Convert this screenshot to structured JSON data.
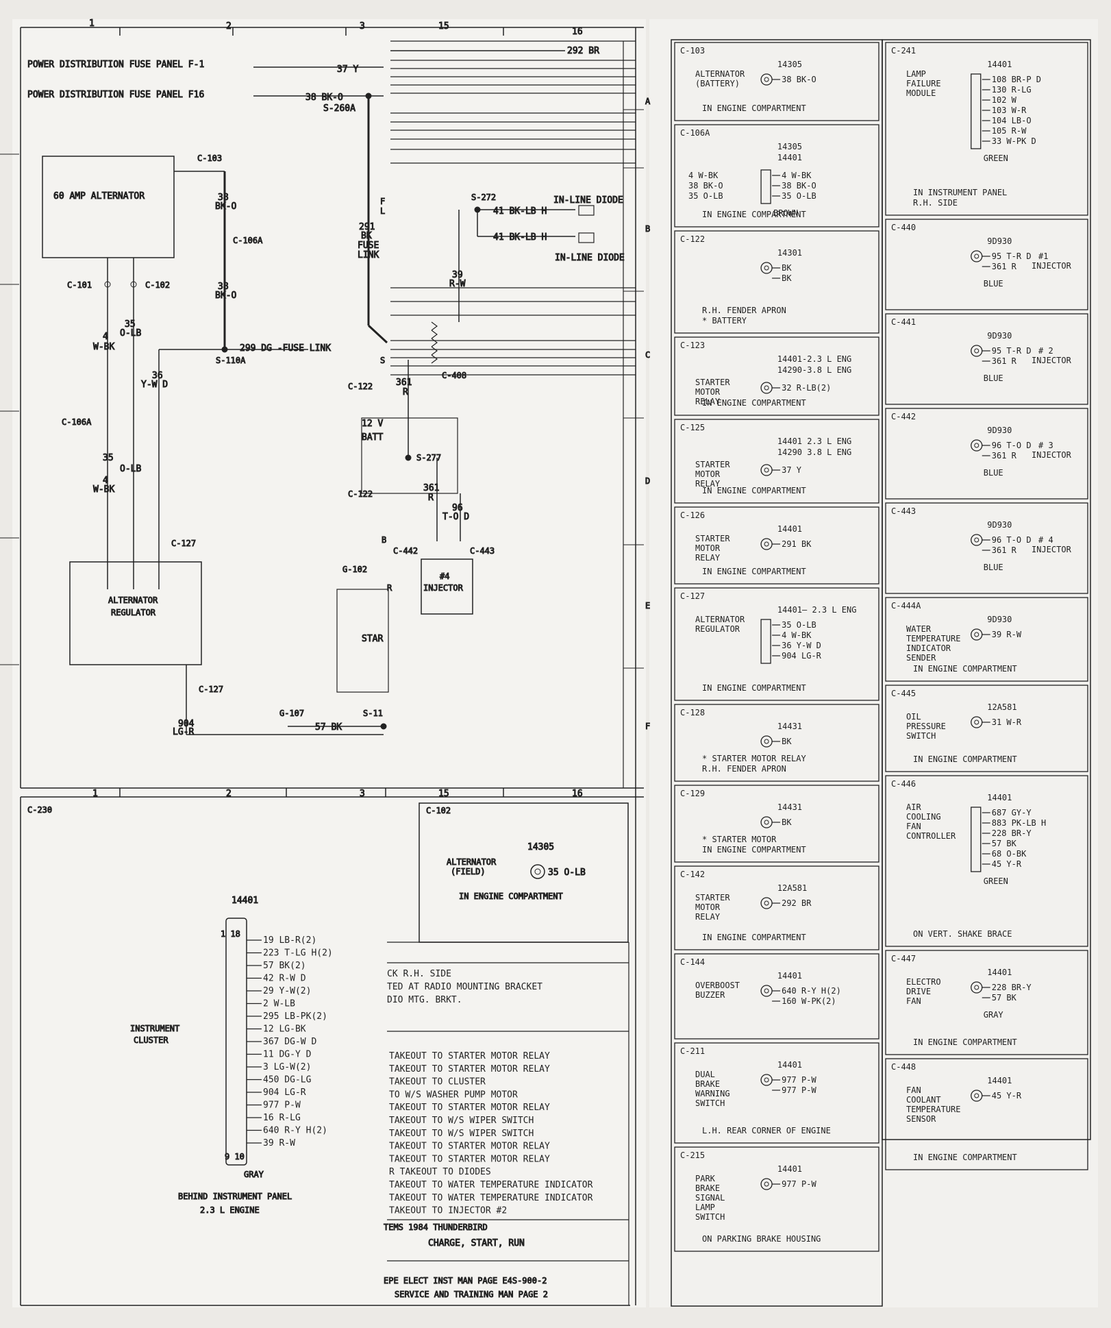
{
  "ruler_top": [
    "1",
    "2",
    "3",
    "15",
    "16"
  ],
  "ruler_bottom": [
    "1",
    "2",
    "3",
    "15",
    "16"
  ],
  "row_markers": [
    "A",
    "B",
    "C",
    "D",
    "E",
    "F"
  ],
  "left": {
    "fuse1": "POWER DISTRIBUTION FUSE PANEL F-1",
    "fuse2": "POWER DISTRIBUTION FUSE PANEL F16",
    "w37": "37 Y",
    "w38": "38 BK-O",
    "s260a": "S-260A",
    "w292": "292 BR",
    "alternator": "60 AMP ALTERNATOR",
    "c103": "C-103",
    "w38a": "38",
    "w38a2": "BK-O",
    "c106a_top": "C-106A",
    "w38b": "38",
    "w38b2": "BK-O",
    "c101": "C-101",
    "c102": "C-102",
    "w35": "35",
    "w35b": "O-LB",
    "w4": "4",
    "w4b": "W-BK",
    "w36": "36",
    "w36b": "Y-W D",
    "fuse_link": "299 DG -FUSE LINK",
    "s110a": "S-110A",
    "c106a_mid": "C-106A",
    "w35c": "35",
    "w35d": "O-LB",
    "w4c": "4",
    "w4d": "W-BK",
    "c127a": "C-127",
    "regulator": [
      "ALTERNATOR",
      "REGULATOR"
    ],
    "c127b": "C-127",
    "w904": "904",
    "w904b": "LG-R",
    "w291": [
      "291",
      "BK",
      "FUSE",
      "LINK"
    ],
    "s272": "S-272",
    "w41a": "41 BK-LB H",
    "w41b": "41 BK-LB H",
    "diode1": "IN-LINE DIODE",
    "diode2": "IN-LINE DIODE",
    "w39": "39",
    "w39b": "R-W",
    "c408": "C-408",
    "c122a": "C-122",
    "w361": "361",
    "w361b": "R",
    "batt": [
      "12 V",
      "BATT"
    ],
    "s277": "S-277",
    "c122b": "C-122",
    "w361c": "361",
    "w361d": "R",
    "w96": "96",
    "w96b": "T-O D",
    "c442": "C-442",
    "c443": "C-443",
    "inj4": [
      "#4",
      "INJECTOR"
    ],
    "g102": "G-102",
    "star": "STAR",
    "g107": "G-107",
    "w57": "57 BK",
    "s11": "S-11",
    "f_label": "F",
    "l_label": "L",
    "s_label": "S",
    "b_label": "B",
    "r_label": "R"
  },
  "c230": {
    "id": "C-230",
    "part": "14401",
    "pins_top": "1 18",
    "wires": [
      "19 LB-R(2)",
      "223 T-LG H(2)",
      "57 BK(2)",
      "42 R-W D",
      "29 Y-W(2)",
      "2 W-LB",
      "295 LB-PK(2)",
      "12 LG-BK",
      "367 DG-W D",
      "11 DG-Y D",
      "3 LG-W(2)",
      "450 DG-LG",
      "904 LG-R",
      "977 P-W",
      "16 R-LG",
      "640 R-Y H(2)",
      "39 R-W"
    ],
    "pins_bottom": "9 10",
    "color": "GRAY",
    "label": [
      "INSTRUMENT",
      "CLUSTER"
    ],
    "location": [
      "BEHIND INSTRUMENT PANEL",
      "2.3 L ENGINE"
    ]
  },
  "c102": {
    "id": "C-102",
    "name": [
      "ALTERNATOR",
      "(FIELD)"
    ],
    "part": "14305",
    "wire": "35 O-LB",
    "location": "IN ENGINE COMPARTMENT"
  },
  "notes": {
    "block1": [
      "CK R.H. SIDE",
      "TED AT RADIO MOUNTING BRACKET",
      "DIO MTG. BRKT."
    ],
    "block2": [
      "TAKEOUT TO STARTER MOTOR RELAY",
      "TAKEOUT TO STARTER MOTOR RELAY",
      "TAKEOUT TO CLUSTER",
      "TO W/S WASHER PUMP MOTOR",
      "TAKEOUT TO STARTER MOTOR RELAY",
      "TAKEOUT TO W/S WIPER SWITCH",
      "TAKEOUT TO W/S WIPER SWITCH",
      "TAKEOUT TO STARTER MOTOR RELAY",
      "TAKEOUT TO STARTER MOTOR RELAY",
      "R TAKEOUT TO DIODES",
      "TAKEOUT TO WATER TEMPERATURE INDICATOR",
      "TAKEOUT TO WATER TEMPERATURE INDICATOR",
      "TAKEOUT TO INJECTOR #2"
    ],
    "title": [
      "TEMS 1984 THUNDERBIRD",
      "CHARGE, START, RUN"
    ],
    "ref": [
      "EPE ELECT INST MAN PAGE E4S-900-2",
      "SERVICE AND TRAINING MAN PAGE 2"
    ]
  },
  "connectors_mid": [
    {
      "id": "C-103",
      "lines": [
        "ALTERNATOR",
        "(BATTERY)"
      ],
      "part": "14305",
      "wires": [
        "38 BK-O"
      ],
      "location": "IN ENGINE COMPARTMENT"
    },
    {
      "id": "C-106A",
      "part": "14305",
      "part2": "14401",
      "wires": [
        "4 W-BK",
        "38 BK-O",
        "35 O-LB"
      ],
      "wires2": [
        "4 W-BK",
        "38 BK-O",
        "35 O-LB"
      ],
      "color": "BROWN",
      "location": "IN ENGINE COMPARTMENT"
    },
    {
      "id": "C-122",
      "part": "14301",
      "wires": [
        "BK",
        "BK"
      ],
      "location": [
        "R.H. FENDER APRON",
        "* BATTERY"
      ]
    },
    {
      "id": "C-123",
      "lines": [
        "STARTER",
        "MOTOR",
        "RELAY"
      ],
      "part": "14401-2.3 L ENG",
      "part2": "14290-3.8 L ENG",
      "wires": [
        "32 R-LB(2)"
      ],
      "location": "IN ENGINE COMPARTMENT"
    },
    {
      "id": "C-125",
      "lines": [
        "STARTER",
        "MOTOR",
        "RELAY"
      ],
      "part": "14401 2.3 L ENG",
      "part2": "14290 3.8 L ENG",
      "wires": [
        "37 Y"
      ],
      "location": "IN ENGINE COMPARTMENT"
    },
    {
      "id": "C-126",
      "lines": [
        "STARTER",
        "MOTOR",
        "RELAY"
      ],
      "part": "14401",
      "wires": [
        "291 BK"
      ],
      "location": "IN ENGINE COMPARTMENT"
    },
    {
      "id": "C-127",
      "lines": [
        "ALTERNATOR",
        "REGULATOR"
      ],
      "part": "14401— 2.3 L ENG",
      "wires": [
        "35 O-LB",
        "4 W-BK",
        "36 Y-W D",
        "904 LG-R"
      ],
      "location": "IN ENGINE COMPARTMENT"
    },
    {
      "id": "C-128",
      "part": "14431",
      "wires": [
        "BK"
      ],
      "location": [
        "* STARTER MOTOR RELAY",
        "R.H. FENDER APRON"
      ]
    },
    {
      "id": "C-129",
      "part": "14431",
      "wires": [
        "BK"
      ],
      "location": [
        "* STARTER MOTOR",
        "IN ENGINE COMPARTMENT"
      ]
    },
    {
      "id": "C-142",
      "lines": [
        "STARTER",
        "MOTOR",
        "RELAY"
      ],
      "part": "12A581",
      "wires": [
        "292 BR"
      ],
      "location": "IN ENGINE COMPARTMENT"
    },
    {
      "id": "C-144",
      "lines": [
        "OVERBOOST",
        "BUZZER"
      ],
      "part": "14401",
      "wires": [
        "640 R-Y H(2)",
        "160 W-PK(2)"
      ]
    },
    {
      "id": "C-211",
      "lines": [
        "DUAL",
        "BRAKE",
        "WARNING",
        "SWITCH"
      ],
      "part": "14401",
      "wires": [
        "977 P-W",
        "977 P-W"
      ],
      "location": "L.H. REAR CORNER OF ENGINE"
    },
    {
      "id": "C-215",
      "lines": [
        "PARK",
        "BRAKE",
        "SIGNAL",
        "LAMP",
        "SWITCH"
      ],
      "part": "14401",
      "wires": [
        "977 P-W"
      ],
      "location": "ON PARKING BRAKE HOUSING"
    }
  ],
  "connectors_right": [
    {
      "id": "C-241",
      "lines": [
        "LAMP",
        "FAILURE",
        "MODULE"
      ],
      "part": "14401",
      "wires": [
        "108 BR-P D",
        "130 R-LG",
        "102 W",
        "103 W-R",
        "104 LB-O",
        "105 R-W",
        "33 W-PK D"
      ],
      "color": "GREEN",
      "location": [
        "IN INSTRUMENT PANEL",
        "R.H. SIDE"
      ]
    },
    {
      "id": "C-440",
      "part": "9D930",
      "wires": [
        "95 T-R D",
        "361 R"
      ],
      "color": "BLUE",
      "inj": [
        "#1",
        "INJECTOR"
      ]
    },
    {
      "id": "C-441",
      "part": "9D930",
      "wires": [
        "95 T-R D",
        "361 R"
      ],
      "color": "BLUE",
      "inj": [
        "# 2",
        "INJECTOR"
      ]
    },
    {
      "id": "C-442",
      "part": "9D930",
      "wires": [
        "96 T-O D",
        "361 R"
      ],
      "color": "BLUE",
      "inj": [
        "# 3",
        "INJECTOR"
      ]
    },
    {
      "id": "C-443",
      "part": "9D930",
      "wires": [
        "96 T-O D",
        "361 R"
      ],
      "color": "BLUE",
      "inj": [
        "# 4",
        "INJECTOR"
      ]
    },
    {
      "id": "C-444A",
      "lines": [
        "WATER",
        "TEMPERATURE",
        "INDICATOR",
        "SENDER"
      ],
      "part": "9D930",
      "wires": [
        "39 R-W"
      ],
      "location": "IN ENGINE COMPARTMENT"
    },
    {
      "id": "C-445",
      "lines": [
        "OIL",
        "PRESSURE",
        "SWITCH"
      ],
      "part": "12A581",
      "wires": [
        "31 W-R"
      ],
      "location": "IN ENGINE COMPARTMENT"
    },
    {
      "id": "C-446",
      "lines": [
        "AIR",
        "COOLING",
        "FAN",
        "CONTROLLER"
      ],
      "part": "14401",
      "wires": [
        "687 GY-Y",
        "883 PK-LB H",
        "228 BR-Y",
        "57 BK",
        "68 O-BK",
        "45 Y-R"
      ],
      "color": "GREEN",
      "location": "ON VERT. SHAKE BRACE"
    },
    {
      "id": "C-447",
      "lines": [
        "ELECTRO",
        "DRIVE",
        "FAN"
      ],
      "part": "14401",
      "wires": [
        "228 BR-Y",
        "57 BK"
      ],
      "color": "GRAY",
      "location": "IN ENGINE COMPARTMENT"
    },
    {
      "id": "C-448",
      "lines": [
        "FAN",
        "COOLANT",
        "TEMPERATURE",
        "SENSOR"
      ],
      "part": "14401",
      "wires": [
        "45 Y-R"
      ],
      "location": "IN ENGINE COMPARTMENT"
    }
  ]
}
